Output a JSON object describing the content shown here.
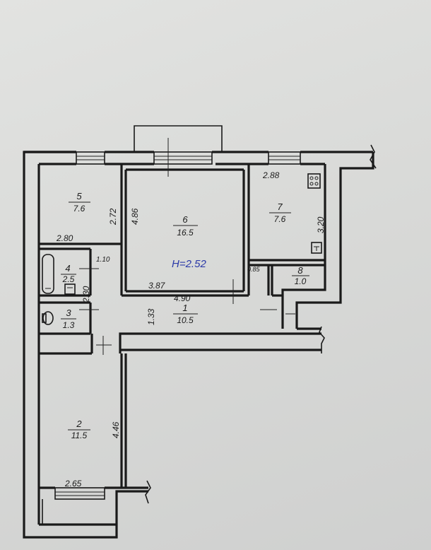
{
  "rooms": [
    {
      "id": "1",
      "number": "1",
      "area": "10.5"
    },
    {
      "id": "2",
      "number": "2",
      "area": "11.5"
    },
    {
      "id": "3",
      "number": "3",
      "area": "1.3"
    },
    {
      "id": "4",
      "number": "4",
      "area": "2.5"
    },
    {
      "id": "5",
      "number": "5",
      "area": "7.6"
    },
    {
      "id": "6",
      "number": "6",
      "area": "16.5"
    },
    {
      "id": "7",
      "number": "7",
      "area": "7.6"
    },
    {
      "id": "8",
      "number": "8",
      "area": "1.0"
    }
  ],
  "dimensions": {
    "d_2_88": "2.88",
    "d_2_72": "2.72",
    "d_4_86": "4.86",
    "d_3_20": "3.20",
    "d_2_80": "2.80",
    "d_1_10": "1.10",
    "d_2_30": "2.30",
    "d_0_85": "0.85",
    "d_3_87": "3.87",
    "d_4_90": "4.90",
    "d_1_33": "1.33",
    "d_4_46": "4.46",
    "d_2_65": "2.65"
  },
  "ceiling_height": "H=2.52",
  "colors": {
    "wall": "#1a1a1a",
    "annotation": "#2b3aa8"
  }
}
